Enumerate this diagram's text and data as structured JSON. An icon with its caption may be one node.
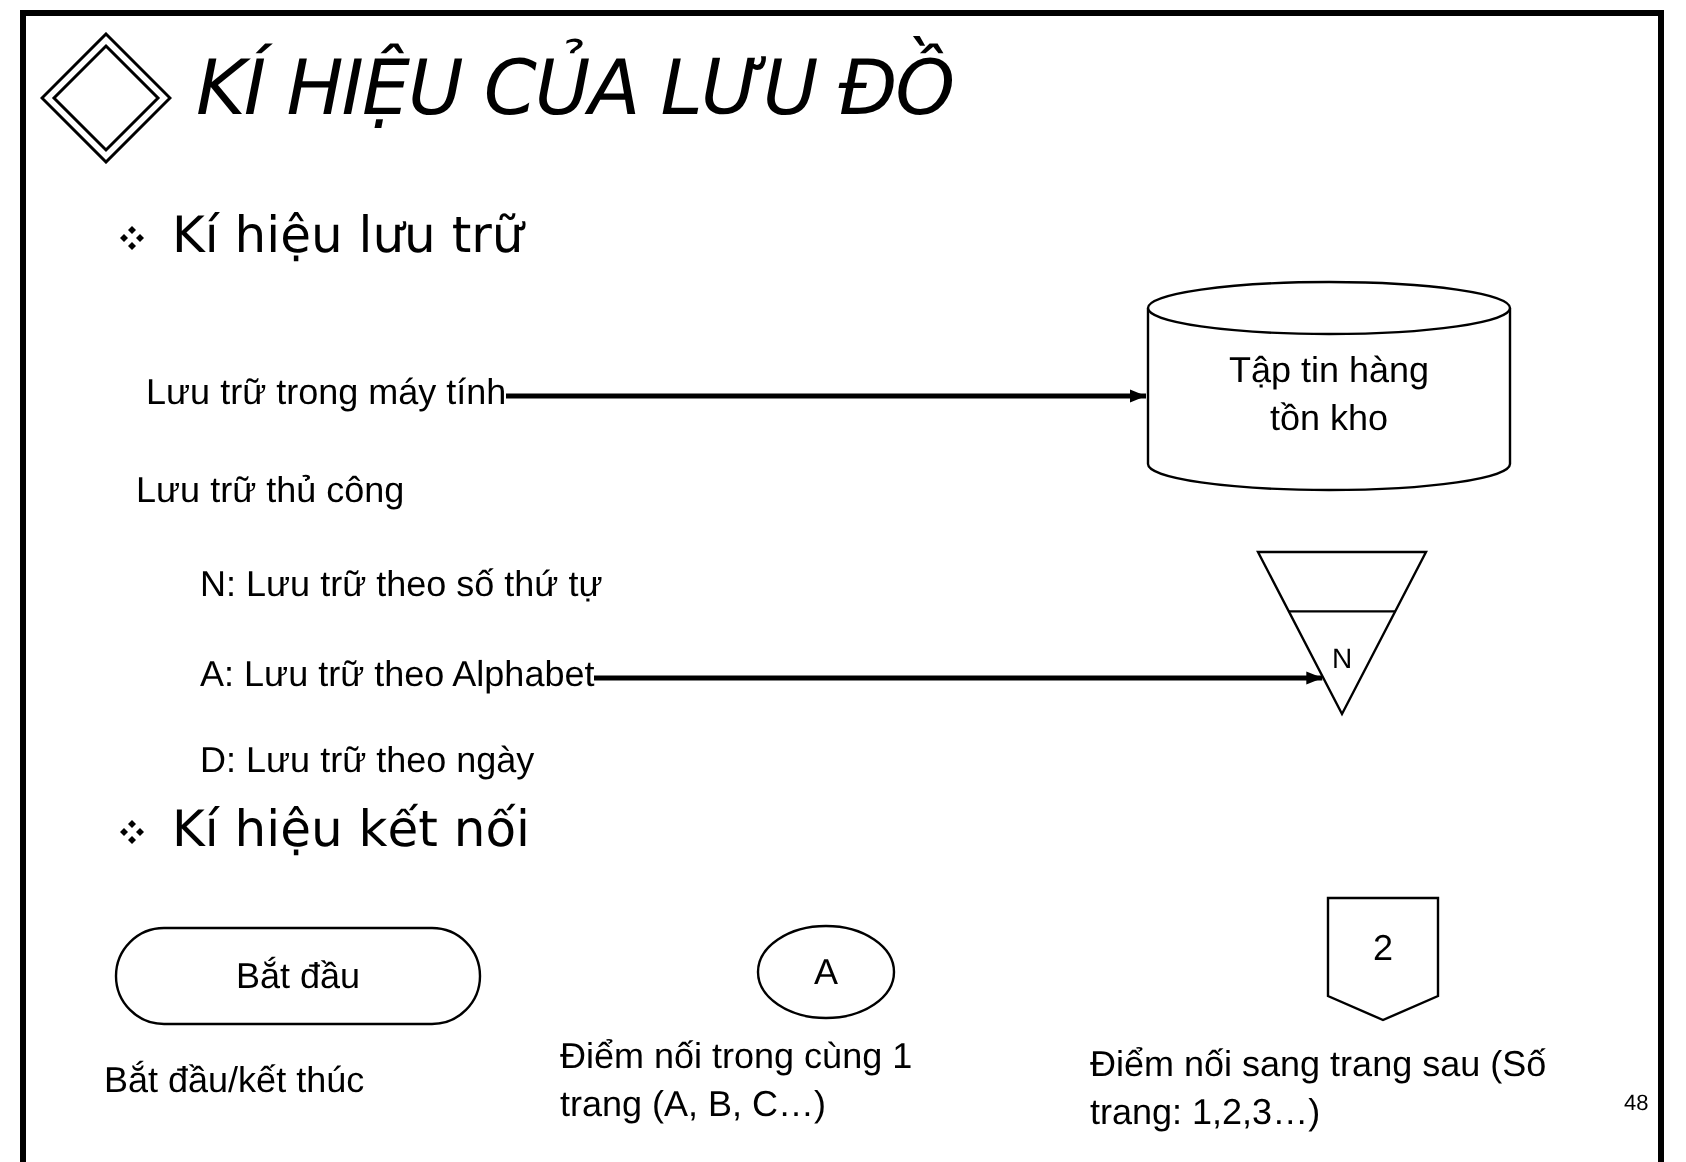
{
  "diagram": {
    "title": "KÍ HIỆU CỦA LƯU ĐỒ",
    "nodes": [
      {
        "text": [
          "Lưu trữ trong máy tính"
        ]
      },
      {
        "text": [
          "Tập tin hàng tồn kho"
        ]
      },
      {
        "text": [
          "A: Lưu trữ theo Alphabet"
        ]
      },
      {
        "text": [
          "N"
        ]
      },
      {
        "text": [
          "Bắt đầu"
        ],
        "beside": [
          "Bắt đầu/kết thúc"
        ]
      },
      {
        "text": [
          "A"
        ],
        "beside": [
          "Điểm nối trong cùng 1 trang (A, B, C…)"
        ]
      },
      {
        "text": [
          "2"
        ],
        "beside": [
          "Điểm nối sang trang sau (Số trang: 1,2,3…)"
        ]
      }
    ],
    "edges": [
      {
        "from": 0,
        "to": 1,
        "arrow": "to"
      },
      {
        "from": 2,
        "to": 3,
        "arrow": "to"
      }
    ],
    "labels": [
      "Kí hiệu lưu trữ",
      "Lưu trữ thủ công",
      "N: Lưu trữ theo số thứ tự",
      "D: Lưu trữ theo ngày",
      "Kí hiệu kết nối",
      "48"
    ]
  }
}
